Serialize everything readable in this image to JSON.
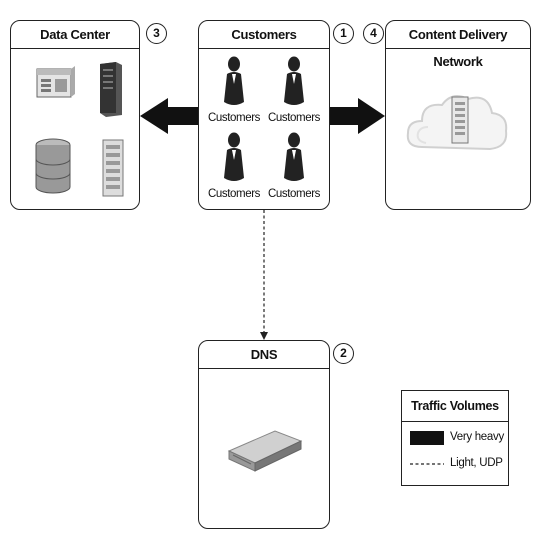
{
  "boxes": {
    "data_center": {
      "title": "Data Center",
      "number": "3"
    },
    "customers": {
      "title": "Customers",
      "number": "1",
      "labels": [
        "Customers",
        "Customers",
        "Customers",
        "Customers"
      ]
    },
    "cdn": {
      "title": "Content Delivery Network",
      "number": "4"
    },
    "dns": {
      "title": "DNS",
      "number": "2"
    }
  },
  "legend": {
    "title": "Traffic Volumes",
    "heavy_label": "Very heavy",
    "light_label": "Light, UDP"
  },
  "icons": [
    "server-rack-icon",
    "tower-server-icon",
    "database-icon",
    "blade-server-icon",
    "person-icon",
    "cloud-icon",
    "network-appliance-icon"
  ]
}
